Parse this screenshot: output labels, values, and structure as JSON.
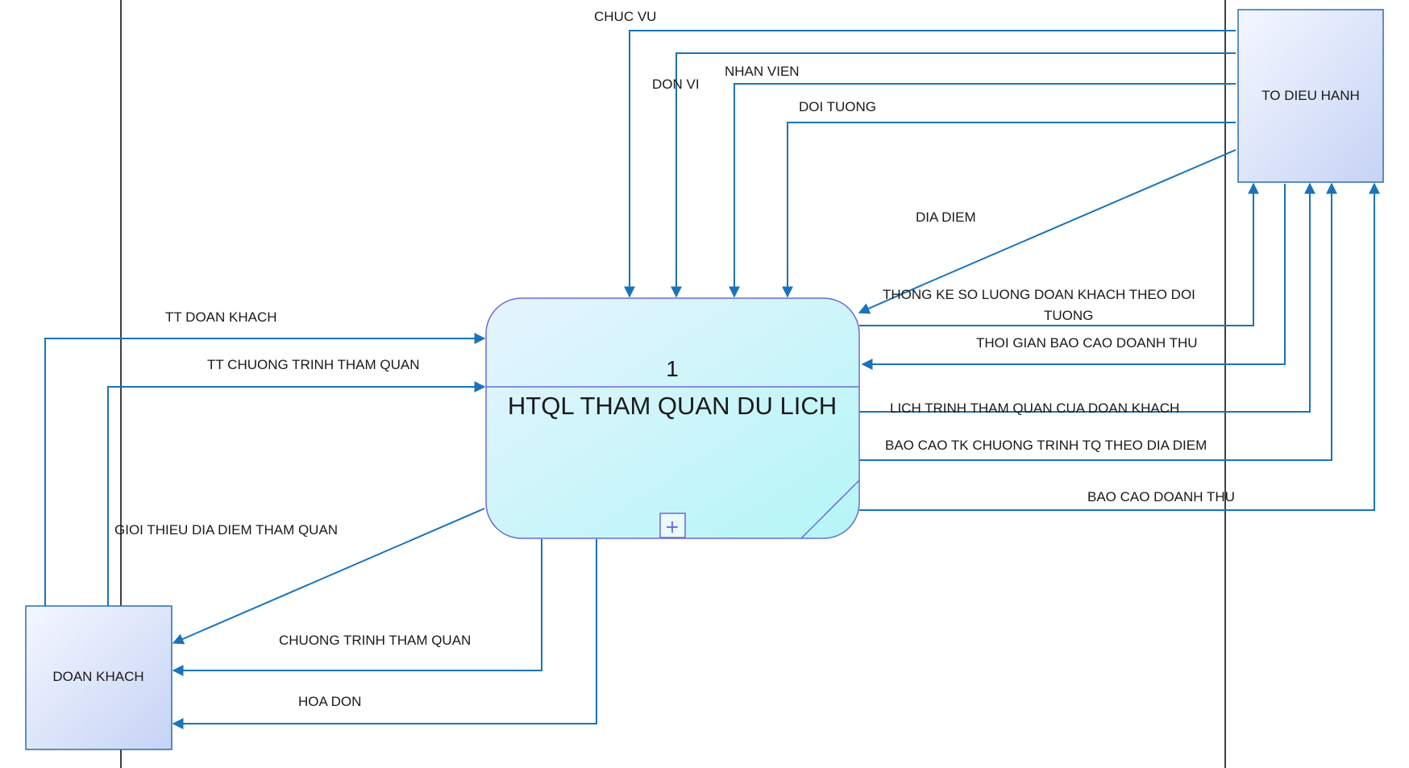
{
  "colors": {
    "flow": "#1b73b9",
    "process_border": "#6b6bd6",
    "process_fill_top": "#e4f6ff",
    "process_fill_bottom": "#b8f4f6",
    "entity_border": "#2a6fb0",
    "entity_fill_top": "#f5f8ff",
    "entity_fill_bottom": "#c8d5f6",
    "swimlane": "#000000"
  },
  "process": {
    "number": "1",
    "name": "HTQL THAM QUAN DU LICH",
    "expand_symbol": "+"
  },
  "entities": {
    "to_dieu_hanh": "TO DIEU HANH",
    "doan_khach": "DOAN KHACH"
  },
  "flows": {
    "chuc_vu": "CHUC VU",
    "don_vi": "DON VI",
    "nhan_vien": "NHAN VIEN",
    "doi_tuong": "DOI TUONG",
    "dia_diem": "DIA DIEM",
    "thong_ke_line1": "THONG KE SO LUONG DOAN KHACH THEO DOI",
    "thong_ke_line2": "TUONG",
    "thoi_gian_bao_cao": "THOI GIAN BAO CAO DOANH THU",
    "lich_trinh": "LICH TRINH THAM QUAN CUA DOAN KHACH",
    "bao_cao_tk": "BAO CAO TK CHUONG TRINH TQ THEO DIA DIEM",
    "bao_cao_doanh_thu": "BAO CAO DOANH THU",
    "tt_doan_khach": "TT DOAN KHACH",
    "tt_chuong_trinh": "TT CHUONG TRINH THAM QUAN",
    "gioi_thieu": "GIOI THIEU DIA DIEM THAM QUAN",
    "chuong_trinh": "CHUONG TRINH THAM QUAN",
    "hoa_don": "HOA DON"
  }
}
